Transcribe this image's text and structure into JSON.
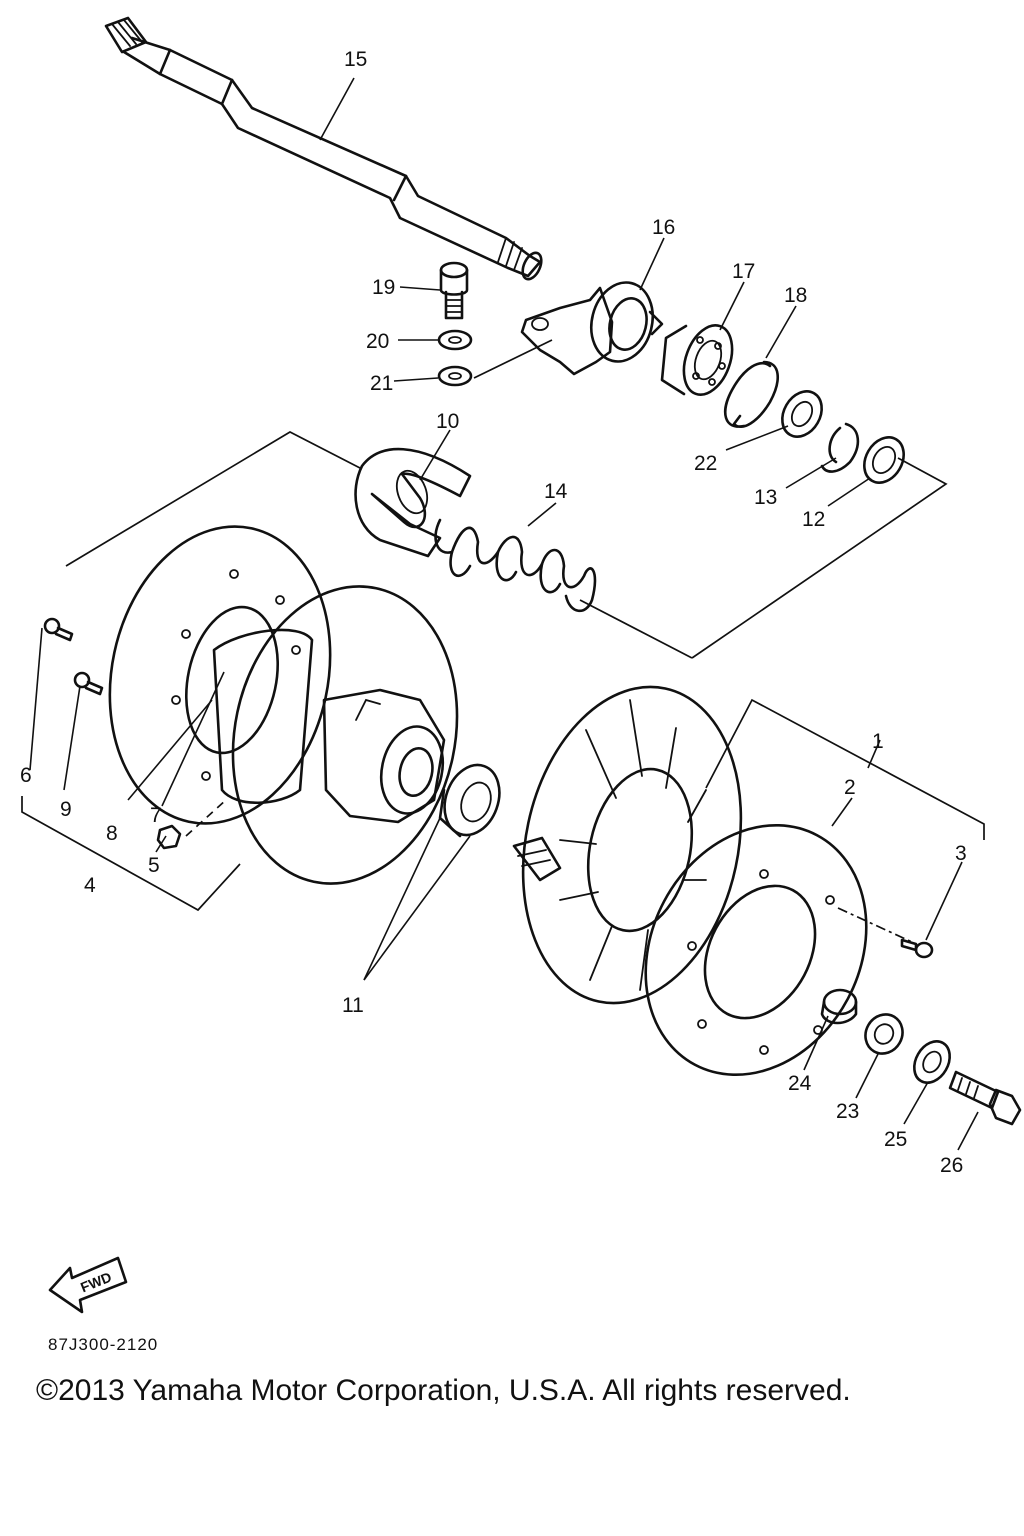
{
  "callouts": [
    "1",
    "2",
    "3",
    "4",
    "5",
    "6",
    "7",
    "8",
    "9",
    "10",
    "11",
    "12",
    "13",
    "14",
    "15",
    "16",
    "17",
    "18",
    "19",
    "20",
    "21",
    "22",
    "23",
    "24",
    "25",
    "26"
  ],
  "fwd_label": "FWD",
  "diagram_code": "87J300-2120",
  "copyright": "©2013 Yamaha Motor Corporation, U.S.A. All rights reserved."
}
